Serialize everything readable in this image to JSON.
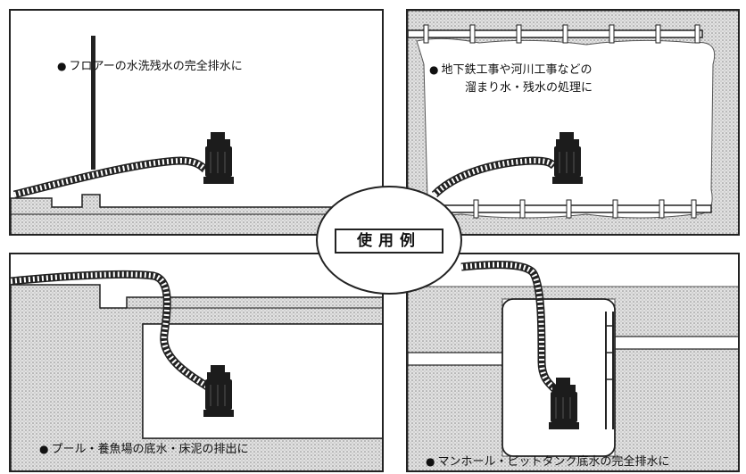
{
  "center_title": "使用例",
  "panels": {
    "floor": {
      "caption": "フロアーの水洗残水の完全排水に"
    },
    "subway": {
      "caption_line1": "地下鉄工事や河川工事などの",
      "caption_line2": "溜まり水・残水の処理に"
    },
    "pool": {
      "caption": "プール・養魚場の底水・床泥の排出に"
    },
    "manhole": {
      "caption": "マンホール・ピットタンク底水の完全排水に"
    }
  },
  "bullet_glyph": "●",
  "colors": {
    "ink": "#111111",
    "fill": "#222222",
    "hatch": "#9a9a9a",
    "background": "#ffffff"
  },
  "icons": [
    "pump-icon",
    "hose-icon",
    "ladder-icon",
    "pole-icon"
  ]
}
